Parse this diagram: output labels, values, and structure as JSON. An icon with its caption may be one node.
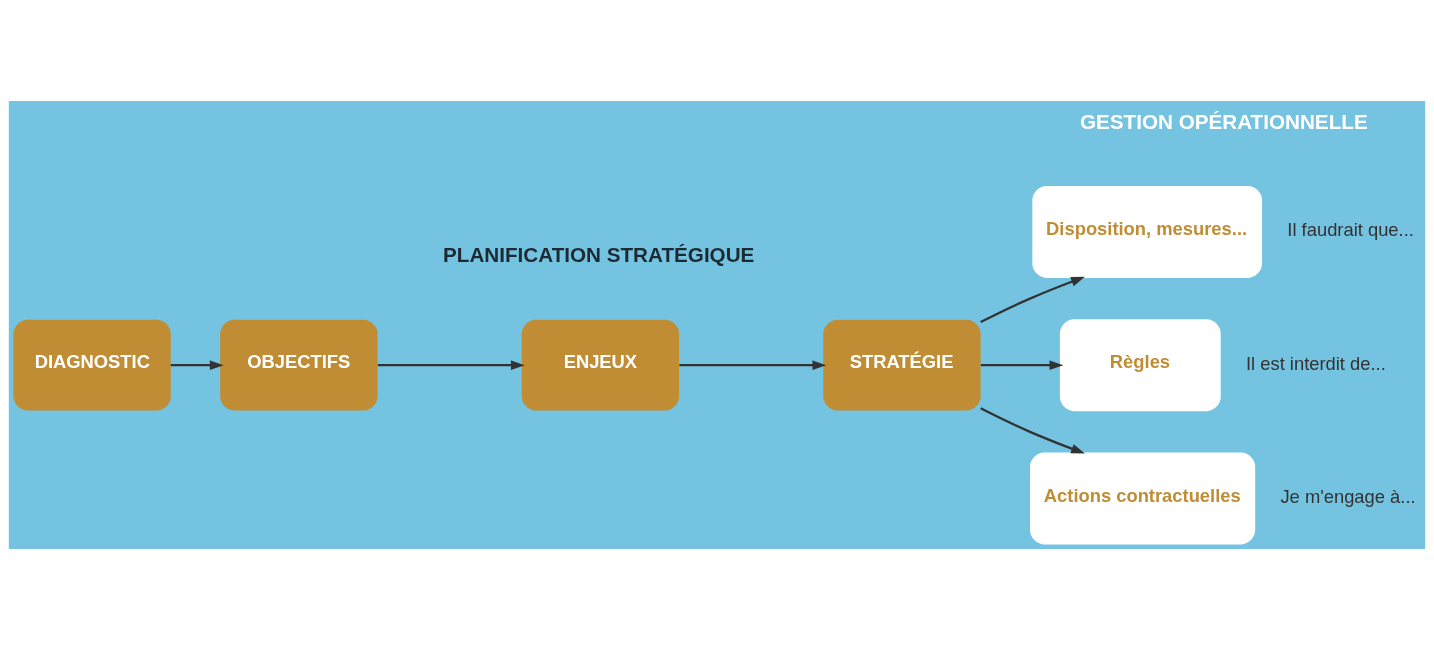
{
  "diagram": {
    "nodes": [
      {
        "text": [
          "DIAGNOSTIC"
        ]
      },
      {
        "text": [
          "OBJECTIFS"
        ]
      },
      {
        "text": [
          "ENJEUX"
        ]
      },
      {
        "text": [
          "STRATÉGIE"
        ]
      },
      {
        "text": [
          "Disposition, mesures..."
        ],
        "beside": [
          "Il faudrait que..."
        ]
      },
      {
        "text": [
          "Règles"
        ],
        "beside": [
          "Il est interdit de..."
        ]
      },
      {
        "text": [
          "Actions contractuelles"
        ],
        "beside": [
          "Je m'engage à..."
        ]
      }
    ],
    "edges": [
      {
        "from": 0,
        "to": 1,
        "arrow": "to"
      },
      {
        "from": 1,
        "to": 2,
        "arrow": "to"
      },
      {
        "from": 2,
        "to": 3,
        "arrow": "to"
      },
      {
        "from": 3,
        "to": 4,
        "arrow": "to"
      },
      {
        "from": 3,
        "to": 5,
        "arrow": "to"
      },
      {
        "from": 3,
        "to": 6,
        "arrow": "to"
      }
    ],
    "labels": [
      "GESTION OPÉRATIONNELLE",
      "PLANIFICATION STRATÉGIQUE"
    ]
  }
}
